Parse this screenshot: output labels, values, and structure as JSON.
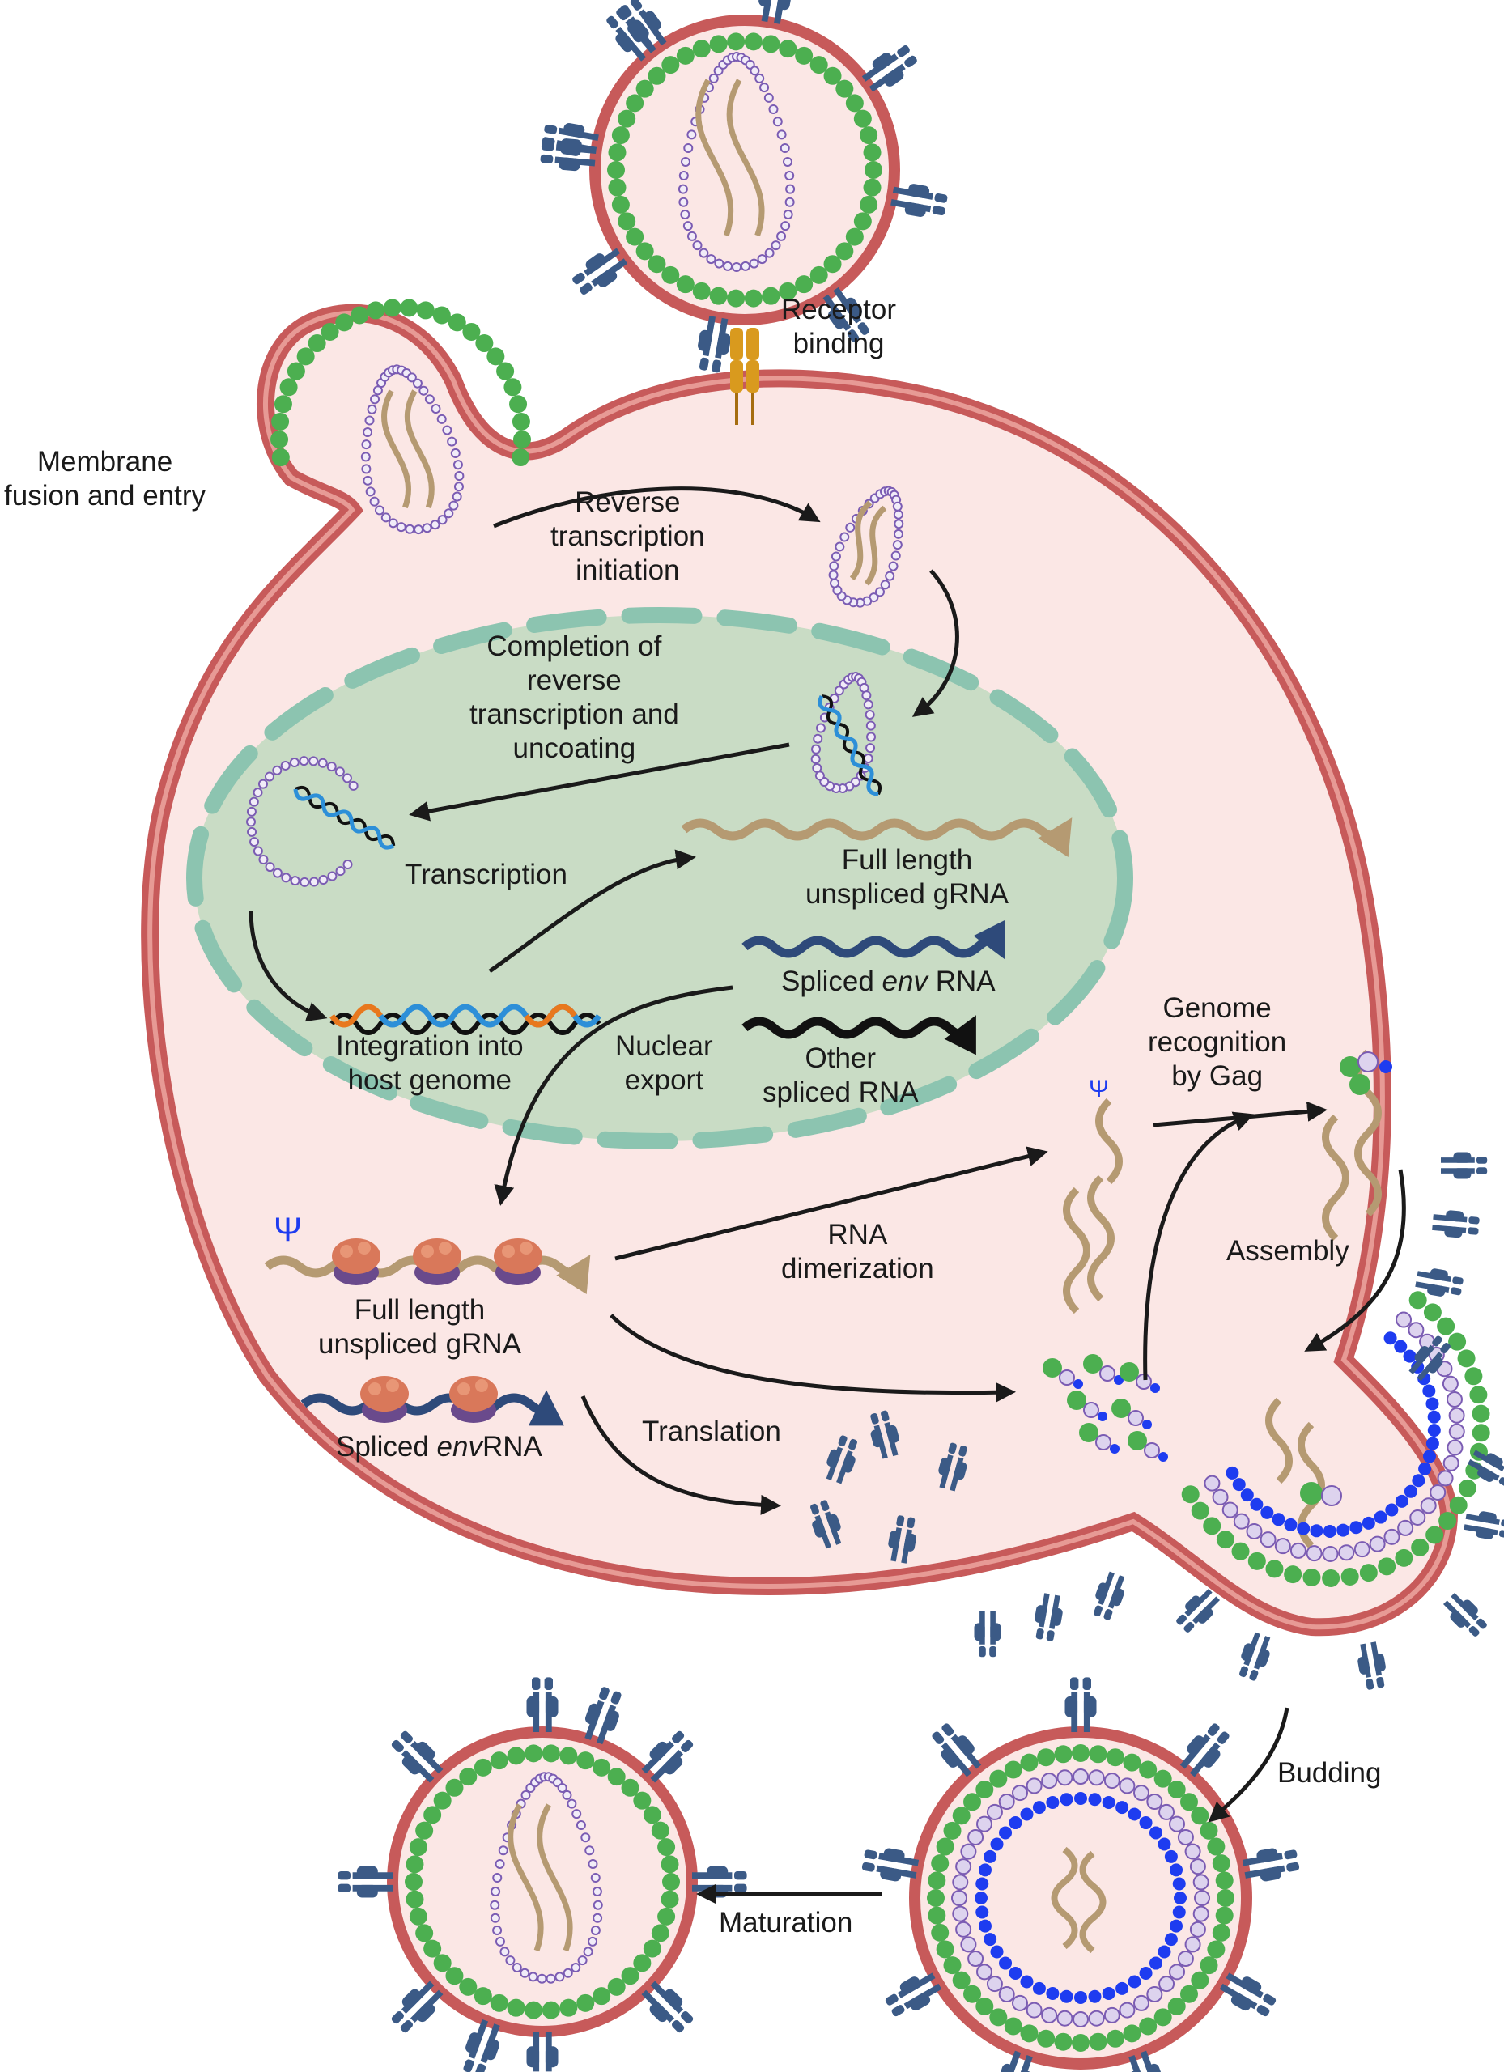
{
  "labels": {
    "receptor_binding": [
      "Receptor",
      "binding"
    ],
    "membrane_fusion": [
      "Membrane",
      "fusion and entry"
    ],
    "rt_initiation": [
      "Reverse",
      "transcription",
      "initiation"
    ],
    "rt_completion": [
      "Completion of",
      "reverse",
      "transcription and",
      "uncoating"
    ],
    "transcription": "Transcription",
    "full_length_nuclear": [
      "Full length",
      "unspliced gRNA"
    ],
    "spliced_env_nuclear": {
      "pre": "Spliced ",
      "italic": "env",
      "post": " RNA"
    },
    "integration": [
      "Integration into",
      "host genome"
    ],
    "nuclear_export": [
      "Nuclear",
      "export"
    ],
    "other_spliced": [
      "Other",
      "spliced RNA"
    ],
    "genome_recognition": [
      "Genome",
      "recognition",
      "by Gag"
    ],
    "rna_dimerization": [
      "RNA",
      "dimerization"
    ],
    "assembly": "Assembly",
    "full_length_cyto": [
      "Full length",
      "unspliced gRNA"
    ],
    "spliced_env_cyto": {
      "pre": "Spliced ",
      "italic": "env",
      "post": "RNA"
    },
    "translation": "Translation",
    "budding": "Budding",
    "maturation": "Maturation",
    "psi_symbol": "Ψ"
  },
  "colors": {
    "cell_membrane": "#c75a5a",
    "cytoplasm": "#fbe7e5",
    "nucleus": "#c9dcc5",
    "nuclear_pore": "#8cc4b0",
    "matrix_gag": "#4caf50",
    "capsid": "#7b5cb3",
    "nucleocapsid": "#1e3cf0",
    "genomic_rna": "#b59a72",
    "env_rna": "#2e4a7a",
    "other_rna": "#111111",
    "dna_orange": "#e8781e",
    "dna_blue": "#2d8fd8",
    "ribosome": "#d9785a",
    "envelope_protein": "#3b5a86",
    "receptor": "#d99a1e"
  }
}
